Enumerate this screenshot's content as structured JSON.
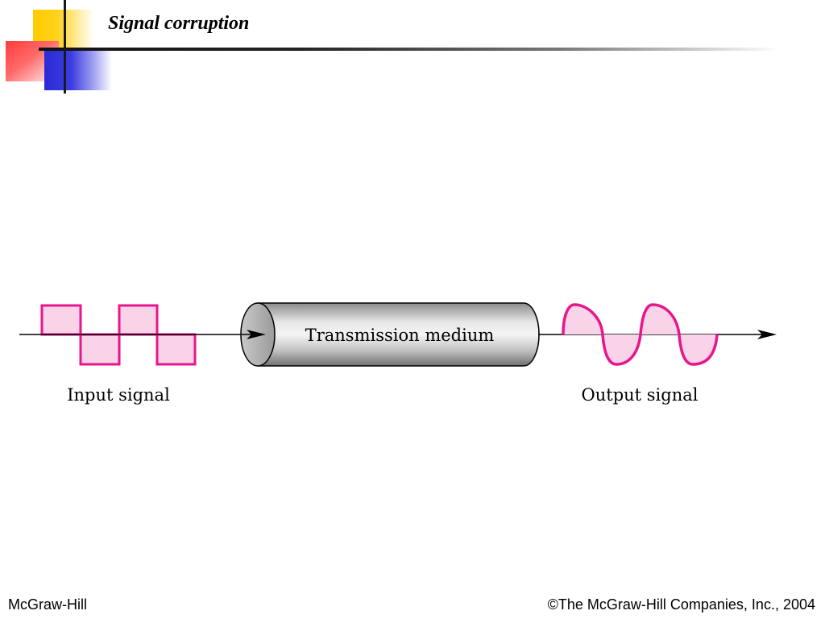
{
  "slide": {
    "title": "Signal corruption"
  },
  "diagram": {
    "input_label": "Input signal",
    "medium_label": "Transmission medium",
    "output_label": "Output signal",
    "signal_color": "#e8168c",
    "signal_fill": "#f9d3e8"
  },
  "footer": {
    "left": "McGraw-Hill",
    "right": "©The McGraw-Hill Companies, Inc., 2004"
  }
}
